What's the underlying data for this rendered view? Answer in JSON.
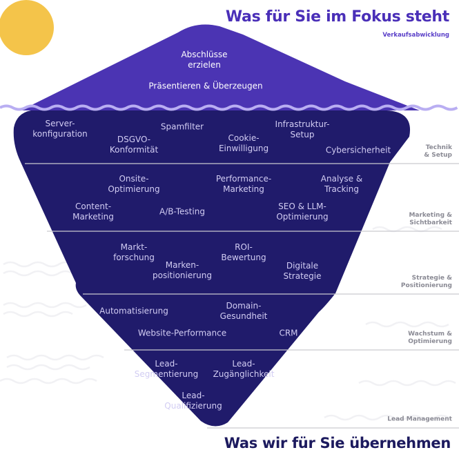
{
  "header": {
    "title": "Was für Sie im Fokus steht",
    "subtitle": "Verkaufsabwicklung"
  },
  "footer": {
    "title": "Was wir für Sie übernehmen"
  },
  "colors": {
    "tip": "#4b34b3",
    "body": "#201b6b",
    "water": "#b9aef2",
    "sun": "#f4c44a",
    "divider": "#c9c9cf",
    "label": "#ffffff"
  },
  "above_water": [
    "Abschlüsse\nerzielen",
    "Präsentieren & Überzeugen"
  ],
  "layers": [
    {
      "category": "Technik\n& Setup",
      "items": [
        "Server-\nkonfiguration",
        "Spamfilter",
        "DSGVO-\nKonformität",
        "Cookie-\nEinwilligung",
        "Infrastruktur-\nSetup",
        "Cybersicherheit"
      ]
    },
    {
      "category": "Marketing &\nSichtbarkeit",
      "items": [
        "Onsite-\nOptimierung",
        "Performance-\nMarketing",
        "Analyse &\nTracking",
        "Content-\nMarketing",
        "A/B-Testing",
        "SEO & LLM-\nOptimierung"
      ]
    },
    {
      "category": "Strategie &\nPositionierung",
      "items": [
        "Markt-\nforschung",
        "ROI-\nBewertung",
        "Marken-\npositionierung",
        "Digitale\nStrategie"
      ]
    },
    {
      "category": "Wachstum &\nOptimierung",
      "items": [
        "Automatisierung",
        "Domain-\nGesundheit",
        "Website-Performance",
        "CRM"
      ]
    },
    {
      "category": "Lead Management",
      "items": [
        "Lead-\nSegmentierung",
        "Lead-\nZugänglichkeit",
        "Lead-\nQualifizierung"
      ]
    }
  ]
}
